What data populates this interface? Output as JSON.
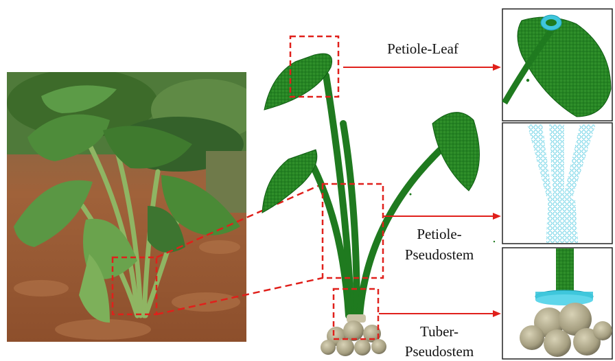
{
  "labels": {
    "petiole_leaf": "Petiole-Leaf",
    "petiole_pseudostem_1": "Petiole-",
    "petiole_pseudostem_2": "Pseudostem",
    "tuber_pseudostem_1": "Tuber-",
    "tuber_pseudostem_2": "Pseudostem"
  },
  "colors": {
    "leaf_green": "#1f7a1f",
    "leaf_dark": "#0f5c12",
    "callout_red": "#e0201b",
    "mesh_cyan": "#6fd3e6",
    "ring_cyan": "#3fc6dc",
    "tuber_khaki": "#b3ac8d",
    "soil": "#9c5a34"
  },
  "icons": {
    "photo": "taro-plant-photo",
    "model": "taro-discrete-element-model"
  }
}
